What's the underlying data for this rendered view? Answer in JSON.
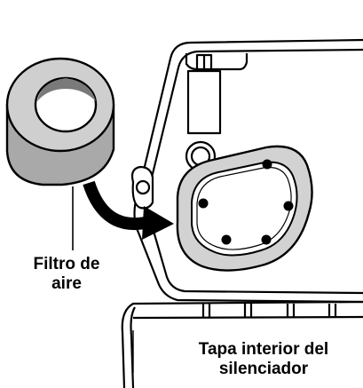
{
  "labels": {
    "air_filter": {
      "line1": "Filtro de",
      "line2": "aire"
    },
    "inner_cover": {
      "line1": "Tapa interior del",
      "line2": "silenciador"
    }
  },
  "colors": {
    "outline": "#000000",
    "filter_face": "#cfcfcf",
    "filter_side": "#a9a9a9",
    "filter_hole": "#7a7a7a",
    "gasket": "#d2d2d2",
    "background": "#ffffff"
  }
}
